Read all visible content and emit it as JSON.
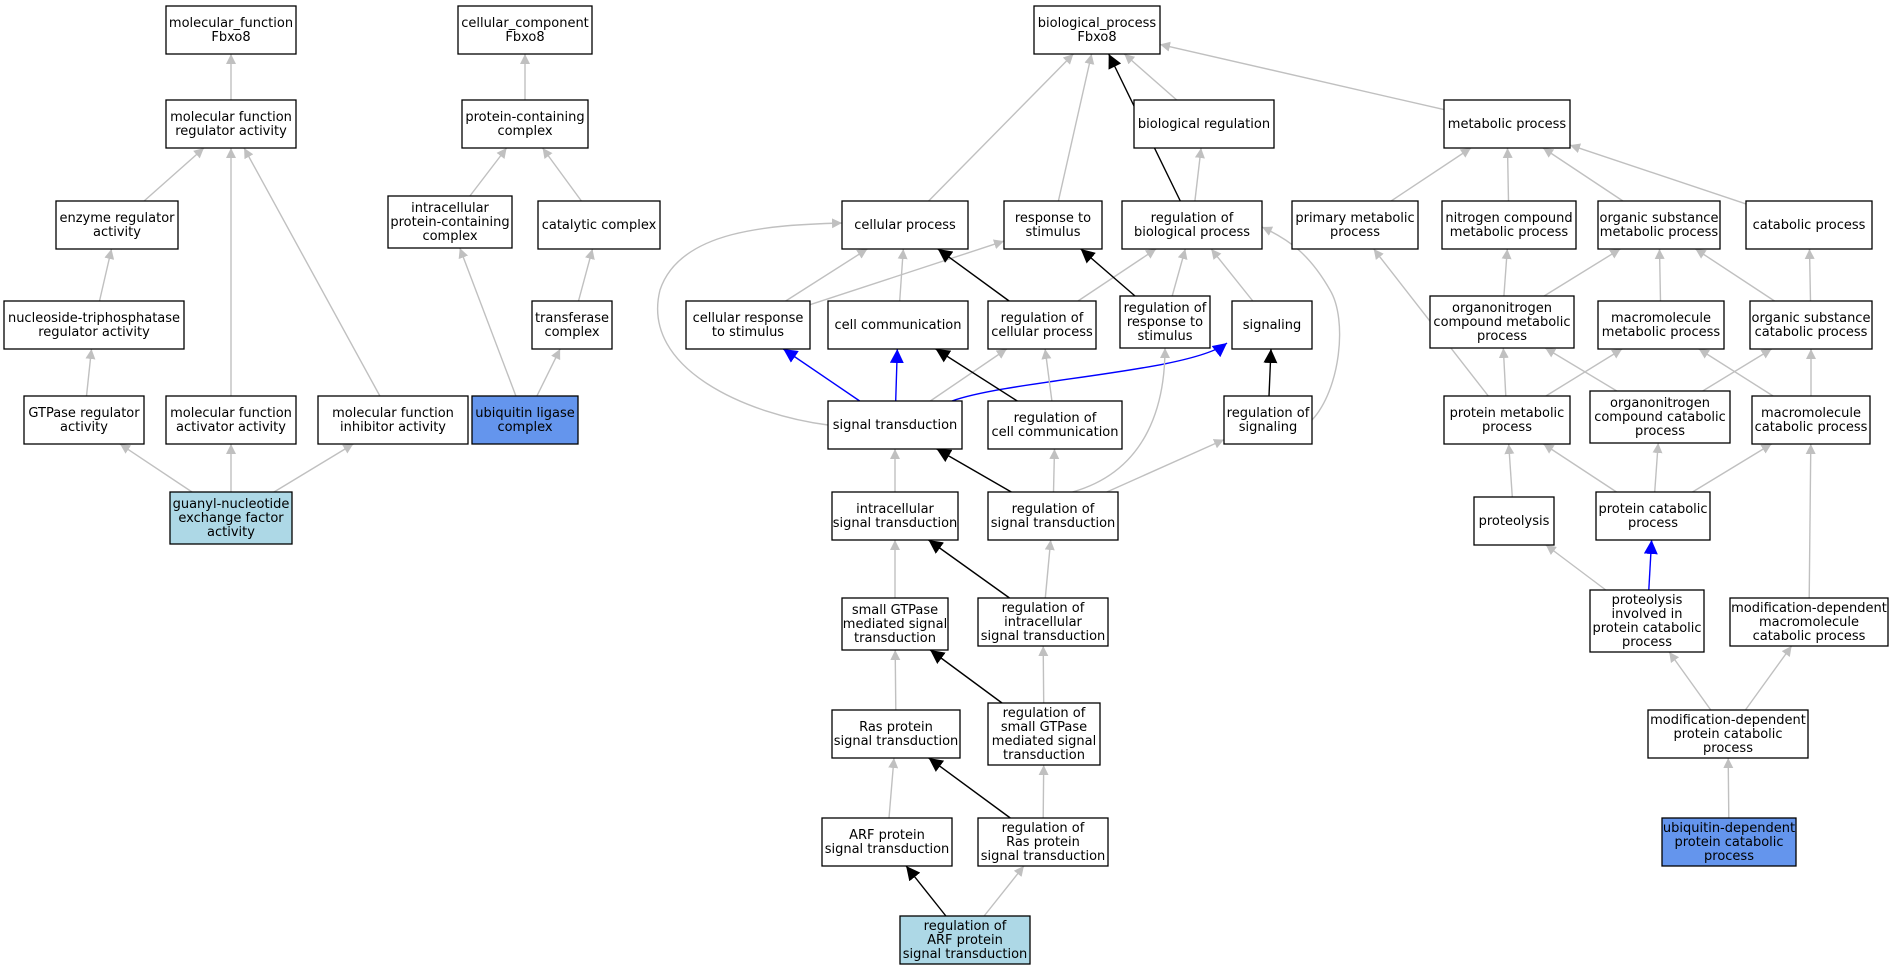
{
  "colors": {
    "node_fill": "#ffffff",
    "node_fill_annotated": "#add8e6",
    "node_fill_highlight": "#6495ed",
    "edge_gray": "#c0c0c0",
    "edge_black": "#000000",
    "edge_blue": "#0000ff"
  },
  "nodes": [
    {
      "id": "mf_root",
      "lines": [
        "molecular_function",
        "Fbxo8"
      ],
      "fill": "white"
    },
    {
      "id": "mf_reg",
      "lines": [
        "molecular function",
        "regulator activity"
      ],
      "fill": "white"
    },
    {
      "id": "enz_reg",
      "lines": [
        "enzyme regulator",
        "activity"
      ],
      "fill": "white"
    },
    {
      "id": "ntp_reg",
      "lines": [
        "nucleoside-triphosphatase",
        "regulator activity"
      ],
      "fill": "white"
    },
    {
      "id": "gtpase_reg",
      "lines": [
        "GTPase regulator",
        "activity"
      ],
      "fill": "white"
    },
    {
      "id": "mf_act",
      "lines": [
        "molecular function",
        "activator activity"
      ],
      "fill": "white"
    },
    {
      "id": "mf_inh",
      "lines": [
        "molecular function",
        "inhibitor activity"
      ],
      "fill": "white"
    },
    {
      "id": "gnef",
      "lines": [
        "guanyl-nucleotide",
        "exchange factor",
        "activity"
      ],
      "fill": "lightblue"
    },
    {
      "id": "cc_root",
      "lines": [
        "cellular_component",
        "Fbxo8"
      ],
      "fill": "white"
    },
    {
      "id": "pcc",
      "lines": [
        "protein-containing",
        "complex"
      ],
      "fill": "white"
    },
    {
      "id": "ipcc",
      "lines": [
        "intracellular",
        "protein-containing",
        "complex"
      ],
      "fill": "white"
    },
    {
      "id": "catc",
      "lines": [
        "catalytic complex"
      ],
      "fill": "white"
    },
    {
      "id": "trc",
      "lines": [
        "transferase",
        "complex"
      ],
      "fill": "white"
    },
    {
      "id": "ulc",
      "lines": [
        "ubiquitin ligase",
        "complex"
      ],
      "fill": "blue"
    },
    {
      "id": "bp_root",
      "lines": [
        "biological_process",
        "Fbxo8"
      ],
      "fill": "white"
    },
    {
      "id": "bioreg",
      "lines": [
        "biological regulation"
      ],
      "fill": "white"
    },
    {
      "id": "metab",
      "lines": [
        "metabolic process"
      ],
      "fill": "white"
    },
    {
      "id": "cellproc",
      "lines": [
        "cellular process"
      ],
      "fill": "white"
    },
    {
      "id": "resp",
      "lines": [
        "response to",
        "stimulus"
      ],
      "fill": "white"
    },
    {
      "id": "regbp",
      "lines": [
        "regulation of",
        "biological process"
      ],
      "fill": "white"
    },
    {
      "id": "prim",
      "lines": [
        "primary metabolic",
        "process"
      ],
      "fill": "white"
    },
    {
      "id": "ncmp",
      "lines": [
        "nitrogen compound",
        "metabolic process"
      ],
      "fill": "white"
    },
    {
      "id": "osmp",
      "lines": [
        "organic substance",
        "metabolic process"
      ],
      "fill": "white"
    },
    {
      "id": "catab",
      "lines": [
        "catabolic process"
      ],
      "fill": "white"
    },
    {
      "id": "crs",
      "lines": [
        "cellular response",
        "to stimulus"
      ],
      "fill": "white"
    },
    {
      "id": "cellcomm",
      "lines": [
        "cell communication"
      ],
      "fill": "white"
    },
    {
      "id": "regcp",
      "lines": [
        "regulation of",
        "cellular process"
      ],
      "fill": "white"
    },
    {
      "id": "regrs",
      "lines": [
        "regulation of",
        "response to",
        "stimulus"
      ],
      "fill": "white"
    },
    {
      "id": "signaling",
      "lines": [
        "signaling"
      ],
      "fill": "white"
    },
    {
      "id": "ocmp",
      "lines": [
        "organonitrogen",
        "compound metabolic",
        "process"
      ],
      "fill": "white"
    },
    {
      "id": "mmp",
      "lines": [
        "macromolecule",
        "metabolic process"
      ],
      "fill": "white"
    },
    {
      "id": "oscp",
      "lines": [
        "organic substance",
        "catabolic process"
      ],
      "fill": "white"
    },
    {
      "id": "st",
      "lines": [
        "signal transduction"
      ],
      "fill": "white"
    },
    {
      "id": "regcc",
      "lines": [
        "regulation of",
        "cell communication"
      ],
      "fill": "white"
    },
    {
      "id": "regsig",
      "lines": [
        "regulation of",
        "signaling"
      ],
      "fill": "white"
    },
    {
      "id": "pmp",
      "lines": [
        "protein metabolic",
        "process"
      ],
      "fill": "white"
    },
    {
      "id": "occp",
      "lines": [
        "organonitrogen",
        "compound catabolic",
        "process"
      ],
      "fill": "white"
    },
    {
      "id": "mcp",
      "lines": [
        "macromolecule",
        "catabolic process"
      ],
      "fill": "white"
    },
    {
      "id": "ist",
      "lines": [
        "intracellular",
        "signal transduction"
      ],
      "fill": "white"
    },
    {
      "id": "regst",
      "lines": [
        "regulation of",
        "signal transduction"
      ],
      "fill": "white"
    },
    {
      "id": "proteolysis",
      "lines": [
        "proteolysis"
      ],
      "fill": "white"
    },
    {
      "id": "pcp",
      "lines": [
        "protein catabolic",
        "process"
      ],
      "fill": "white"
    },
    {
      "id": "sgst",
      "lines": [
        "small GTPase",
        "mediated signal",
        "transduction"
      ],
      "fill": "white"
    },
    {
      "id": "regist",
      "lines": [
        "regulation of",
        "intracellular",
        "signal transduction"
      ],
      "fill": "white"
    },
    {
      "id": "pipcp",
      "lines": [
        "proteolysis",
        "involved in",
        "protein catabolic",
        "process"
      ],
      "fill": "white"
    },
    {
      "id": "mdmcp",
      "lines": [
        "modification-dependent",
        "macromolecule",
        "catabolic process"
      ],
      "fill": "white"
    },
    {
      "id": "rasst",
      "lines": [
        "Ras protein",
        "signal transduction"
      ],
      "fill": "white"
    },
    {
      "id": "regsgst",
      "lines": [
        "regulation of",
        "small GTPase",
        "mediated signal",
        "transduction"
      ],
      "fill": "white"
    },
    {
      "id": "mdpcp",
      "lines": [
        "modification-dependent",
        "protein catabolic",
        "process"
      ],
      "fill": "white"
    },
    {
      "id": "arfst",
      "lines": [
        "ARF protein",
        "signal transduction"
      ],
      "fill": "white"
    },
    {
      "id": "regrasst",
      "lines": [
        "regulation of",
        "Ras protein",
        "signal transduction"
      ],
      "fill": "white"
    },
    {
      "id": "udpcp",
      "lines": [
        "ubiquitin-dependent",
        "protein catabolic",
        "process"
      ],
      "fill": "blue"
    },
    {
      "id": "regarfst",
      "lines": [
        "regulation of",
        "ARF protein",
        "signal transduction"
      ],
      "fill": "lightblue"
    }
  ],
  "edges": [
    {
      "from": "mf_reg",
      "to": "mf_root",
      "type": "is_a"
    },
    {
      "from": "enz_reg",
      "to": "mf_reg",
      "type": "is_a"
    },
    {
      "from": "ntp_reg",
      "to": "enz_reg",
      "type": "is_a"
    },
    {
      "from": "gtpase_reg",
      "to": "ntp_reg",
      "type": "is_a"
    },
    {
      "from": "mf_act",
      "to": "mf_reg",
      "type": "is_a"
    },
    {
      "from": "mf_inh",
      "to": "mf_reg",
      "type": "is_a"
    },
    {
      "from": "gnef",
      "to": "gtpase_reg",
      "type": "is_a"
    },
    {
      "from": "gnef",
      "to": "mf_act",
      "type": "is_a"
    },
    {
      "from": "gnef",
      "to": "mf_inh",
      "type": "is_a"
    },
    {
      "from": "pcc",
      "to": "cc_root",
      "type": "is_a"
    },
    {
      "from": "ipcc",
      "to": "pcc",
      "type": "is_a"
    },
    {
      "from": "catc",
      "to": "pcc",
      "type": "is_a"
    },
    {
      "from": "trc",
      "to": "catc",
      "type": "is_a"
    },
    {
      "from": "ulc",
      "to": "ipcc",
      "type": "is_a"
    },
    {
      "from": "ulc",
      "to": "trc",
      "type": "is_a"
    },
    {
      "from": "cellproc",
      "to": "bp_root",
      "type": "is_a"
    },
    {
      "from": "resp",
      "to": "bp_root",
      "type": "is_a"
    },
    {
      "from": "regbp",
      "to": "bp_root",
      "type": "regulates"
    },
    {
      "from": "bioreg",
      "to": "bp_root",
      "type": "is_a"
    },
    {
      "from": "metab",
      "to": "bp_root",
      "type": "is_a"
    },
    {
      "from": "regbp",
      "to": "bioreg",
      "type": "is_a"
    },
    {
      "from": "prim",
      "to": "metab",
      "type": "is_a"
    },
    {
      "from": "ncmp",
      "to": "metab",
      "type": "is_a"
    },
    {
      "from": "osmp",
      "to": "metab",
      "type": "is_a"
    },
    {
      "from": "catab",
      "to": "metab",
      "type": "is_a"
    },
    {
      "from": "crs",
      "to": "cellproc",
      "type": "is_a"
    },
    {
      "from": "crs",
      "to": "resp",
      "type": "is_a"
    },
    {
      "from": "cellcomm",
      "to": "cellproc",
      "type": "is_a"
    },
    {
      "from": "regcp",
      "to": "cellproc",
      "type": "regulates"
    },
    {
      "from": "regcp",
      "to": "regbp",
      "type": "is_a"
    },
    {
      "from": "regrs",
      "to": "resp",
      "type": "regulates"
    },
    {
      "from": "regrs",
      "to": "regbp",
      "type": "is_a"
    },
    {
      "from": "signaling",
      "to": "regbp",
      "type": "is_a"
    },
    {
      "from": "ocmp",
      "to": "ncmp",
      "type": "is_a"
    },
    {
      "from": "ocmp",
      "to": "osmp",
      "type": "is_a"
    },
    {
      "from": "mmp",
      "to": "osmp",
      "type": "is_a"
    },
    {
      "from": "oscp",
      "to": "osmp",
      "type": "is_a"
    },
    {
      "from": "oscp",
      "to": "catab",
      "type": "is_a"
    },
    {
      "from": "st",
      "to": "crs",
      "type": "part_of"
    },
    {
      "from": "st",
      "to": "cellcomm",
      "type": "part_of"
    },
    {
      "from": "st",
      "to": "signaling",
      "type": "part_of"
    },
    {
      "from": "st",
      "to": "cellproc",
      "type": "is_a"
    },
    {
      "from": "st",
      "to": "regcp",
      "type": "is_a"
    },
    {
      "from": "regcc",
      "to": "cellcomm",
      "type": "regulates"
    },
    {
      "from": "regcc",
      "to": "regcp",
      "type": "is_a"
    },
    {
      "from": "regsig",
      "to": "signaling",
      "type": "regulates"
    },
    {
      "from": "regsig",
      "to": "regbp",
      "type": "is_a"
    },
    {
      "from": "pmp",
      "to": "ocmp",
      "type": "is_a"
    },
    {
      "from": "pmp",
      "to": "mmp",
      "type": "is_a"
    },
    {
      "from": "pmp",
      "to": "prim",
      "type": "is_a"
    },
    {
      "from": "occp",
      "to": "ocmp",
      "type": "is_a"
    },
    {
      "from": "occp",
      "to": "oscp",
      "type": "is_a"
    },
    {
      "from": "mcp",
      "to": "mmp",
      "type": "is_a"
    },
    {
      "from": "mcp",
      "to": "oscp",
      "type": "is_a"
    },
    {
      "from": "ist",
      "to": "st",
      "type": "is_a"
    },
    {
      "from": "regst",
      "to": "st",
      "type": "regulates"
    },
    {
      "from": "regst",
      "to": "regcc",
      "type": "is_a"
    },
    {
      "from": "regst",
      "to": "regsig",
      "type": "is_a"
    },
    {
      "from": "regst",
      "to": "regrs",
      "type": "is_a"
    },
    {
      "from": "proteolysis",
      "to": "pmp",
      "type": "is_a"
    },
    {
      "from": "pcp",
      "to": "pmp",
      "type": "is_a"
    },
    {
      "from": "pcp",
      "to": "occp",
      "type": "is_a"
    },
    {
      "from": "pcp",
      "to": "mcp",
      "type": "is_a"
    },
    {
      "from": "sgst",
      "to": "ist",
      "type": "is_a"
    },
    {
      "from": "regist",
      "to": "ist",
      "type": "regulates"
    },
    {
      "from": "regist",
      "to": "regst",
      "type": "is_a"
    },
    {
      "from": "pipcp",
      "to": "proteolysis",
      "type": "is_a"
    },
    {
      "from": "pipcp",
      "to": "pcp",
      "type": "part_of"
    },
    {
      "from": "mdmcp",
      "to": "mcp",
      "type": "is_a"
    },
    {
      "from": "rasst",
      "to": "sgst",
      "type": "is_a"
    },
    {
      "from": "regsgst",
      "to": "sgst",
      "type": "regulates"
    },
    {
      "from": "regsgst",
      "to": "regist",
      "type": "is_a"
    },
    {
      "from": "mdpcp",
      "to": "pipcp",
      "type": "is_a"
    },
    {
      "from": "mdpcp",
      "to": "mdmcp",
      "type": "is_a"
    },
    {
      "from": "arfst",
      "to": "rasst",
      "type": "is_a"
    },
    {
      "from": "regrasst",
      "to": "rasst",
      "type": "regulates"
    },
    {
      "from": "regrasst",
      "to": "regsgst",
      "type": "is_a"
    },
    {
      "from": "udpcp",
      "to": "mdpcp",
      "type": "is_a"
    },
    {
      "from": "regarfst",
      "to": "arfst",
      "type": "regulates"
    },
    {
      "from": "regarfst",
      "to": "regrasst",
      "type": "is_a"
    }
  ]
}
